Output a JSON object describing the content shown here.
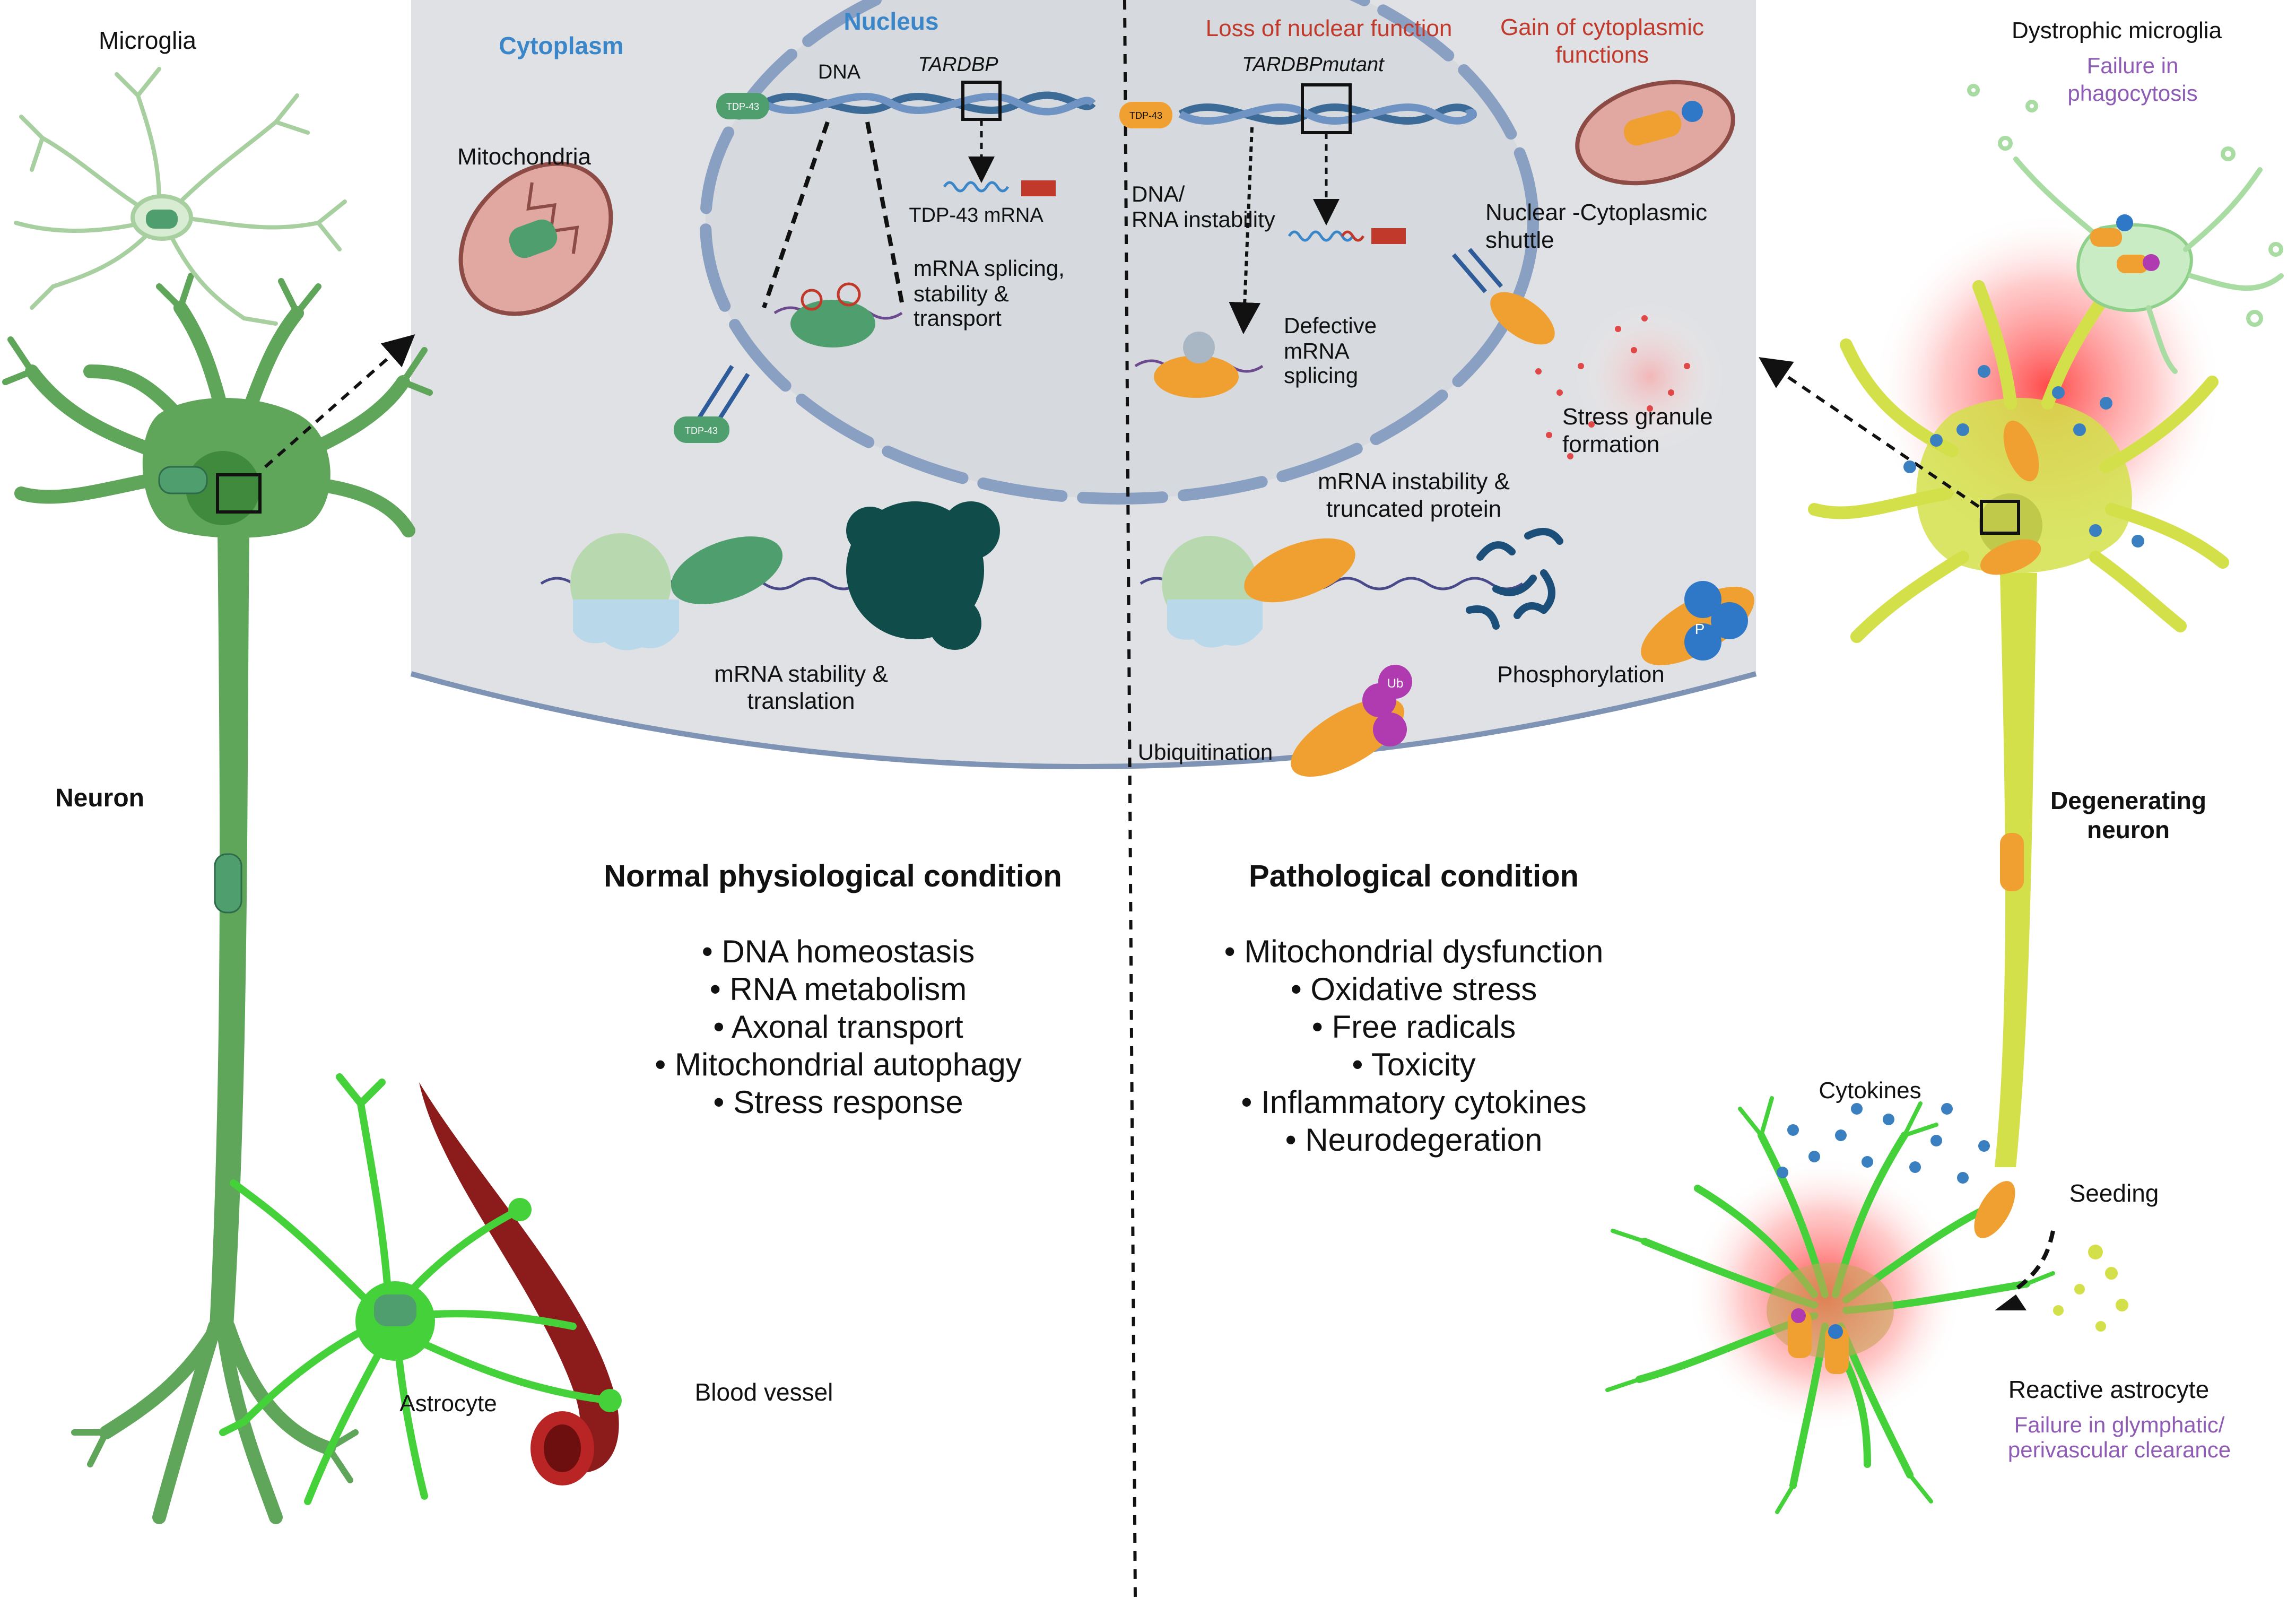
{
  "colors": {
    "panel_bg": "#dfe1e4",
    "nucleus_bg": "#d6d9dd",
    "healthy_neuron": "#5fa55a",
    "degenerating_neuron": "#d4e04a",
    "astrocyte": "#44d13a",
    "tdp43_normal": "#4f9e6e",
    "tdp43_pathologic": "#f0a030",
    "blood_vessel": "#8c1c1c",
    "title_blue": "#3a86c8",
    "title_red": "#c0392b",
    "note_purple": "#8e5bb5"
  },
  "left": {
    "microglia": "Microglia",
    "neuron": "Neuron",
    "astrocyte": "Astrocyte",
    "blood_vessel": "Blood vessel",
    "tdp43": "TDP-43"
  },
  "center": {
    "cytoplasm": "Cytoplasm",
    "nucleus": "Nucleus",
    "mitochondria": "Mitochondria",
    "dna": "DNA",
    "tardbp": "TARDBP",
    "tdp43_mrna": "TDP-43 mRNA",
    "mrna_splicing": [
      "mRNA splicing,",
      "stability &",
      "transport"
    ],
    "mrna_stability": [
      "mRNA stability &",
      "translation"
    ],
    "loss_nuclear": "Loss of nuclear function",
    "gain_cytoplasmic": [
      "Gain of cytoplasmic",
      "functions"
    ],
    "tardbp_mutant": "TARDBPmutant",
    "dna_rna_instability": [
      "DNA/",
      "RNA instability"
    ],
    "defective_splicing": [
      "Defective",
      "mRNA",
      "splicing"
    ],
    "nuclear_shuttle": [
      "Nuclear -Cytoplasmic",
      "shuttle"
    ],
    "stress_granule": [
      "Stress granule",
      "formation"
    ],
    "mrna_instability": [
      "mRNA instability  &",
      "truncated protein"
    ],
    "phosphorylation": "Phosphorylation",
    "ubiquitination": "Ubiquitination",
    "phos_mark": "P",
    "ub_mark": "Ub"
  },
  "normal": {
    "heading": "Normal physiological condition",
    "items": [
      "• DNA homeostasis",
      "• RNA metabolism",
      "• Axonal transport",
      "• Mitochondrial autophagy",
      "• Stress response"
    ]
  },
  "pathological": {
    "heading": "Pathological condition",
    "items": [
      "• Mitochondrial dysfunction",
      "• Oxidative stress",
      "• Free radicals",
      "• Toxicity",
      "• Inflammatory cytokines",
      "• Neurodegeration"
    ]
  },
  "right": {
    "dystrophic_microglia": "Dystrophic microglia",
    "failure_phagocytosis": [
      "Failure in",
      "phagocytosis"
    ],
    "degenerating_neuron": [
      "Degenerating",
      "neuron"
    ],
    "cytokines": "Cytokines",
    "seeding": "Seeding",
    "reactive_astrocyte": "Reactive astrocyte",
    "failure_glymphatic": [
      "Failure in glymphatic/",
      "perivascular clearance"
    ]
  }
}
